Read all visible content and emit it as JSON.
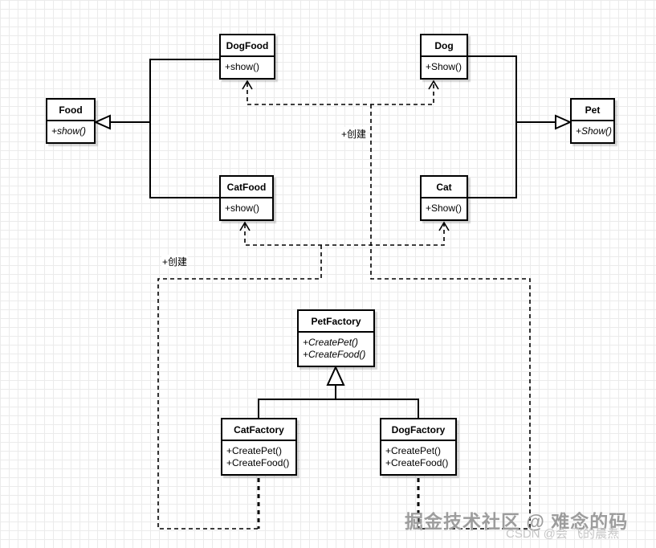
{
  "diagram": {
    "classes": {
      "food": {
        "title": "Food",
        "methods": [
          "+show()"
        ]
      },
      "dogfood": {
        "title": "DogFood",
        "methods": [
          "+show()"
        ]
      },
      "catfood": {
        "title": "CatFood",
        "methods": [
          "+show()"
        ]
      },
      "pet": {
        "title": "Pet",
        "methods": [
          "+Show()"
        ]
      },
      "dog": {
        "title": "Dog",
        "methods": [
          "+Show()"
        ]
      },
      "cat": {
        "title": "Cat",
        "methods": [
          "+Show()"
        ]
      },
      "petfactory": {
        "title": "PetFactory",
        "methods": [
          "+CreatePet()",
          "+CreateFood()"
        ]
      },
      "catfactory": {
        "title": "CatFactory",
        "methods": [
          "+CreatePet()",
          "+CreateFood()"
        ]
      },
      "dogfactory": {
        "title": "DogFactory",
        "methods": [
          "+CreatePet()",
          "+CreateFood()"
        ]
      }
    },
    "labels": {
      "create_dog": "+创建",
      "create_cat": "+创建"
    },
    "colors": {
      "stroke": "#000000",
      "box_fill": "#ffffff",
      "grid": "#ebebeb",
      "watermark_primary": "#9d9d9d",
      "watermark_secondary": "#c6c6c6"
    }
  },
  "watermarks": {
    "primary": "掘金技术社区 @ 难念的码",
    "secondary": "CSDN @会 飞的晨焘"
  }
}
